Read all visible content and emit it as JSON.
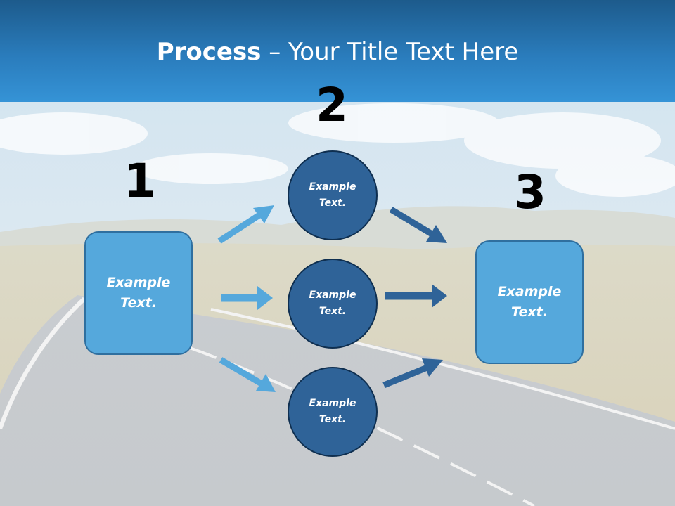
{
  "slide": {
    "title_bold": "Process",
    "title_rest": " – Your Title Text Here",
    "steps": [
      {
        "number": "1",
        "label": "Example\nText."
      },
      {
        "number": "2",
        "label": "Example\nText."
      },
      {
        "number": "3",
        "label": "Example\nText."
      }
    ],
    "circles": [
      {
        "label": "Example\nText."
      },
      {
        "label": "Example\nText."
      },
      {
        "label": "Example\nText."
      }
    ],
    "colors": {
      "header": "#2a7cbc",
      "box_fill": "#55a8dc",
      "circle_fill": "#2f6398",
      "arrow_light": "#55a8dc",
      "arrow_dark": "#2f6398"
    }
  }
}
